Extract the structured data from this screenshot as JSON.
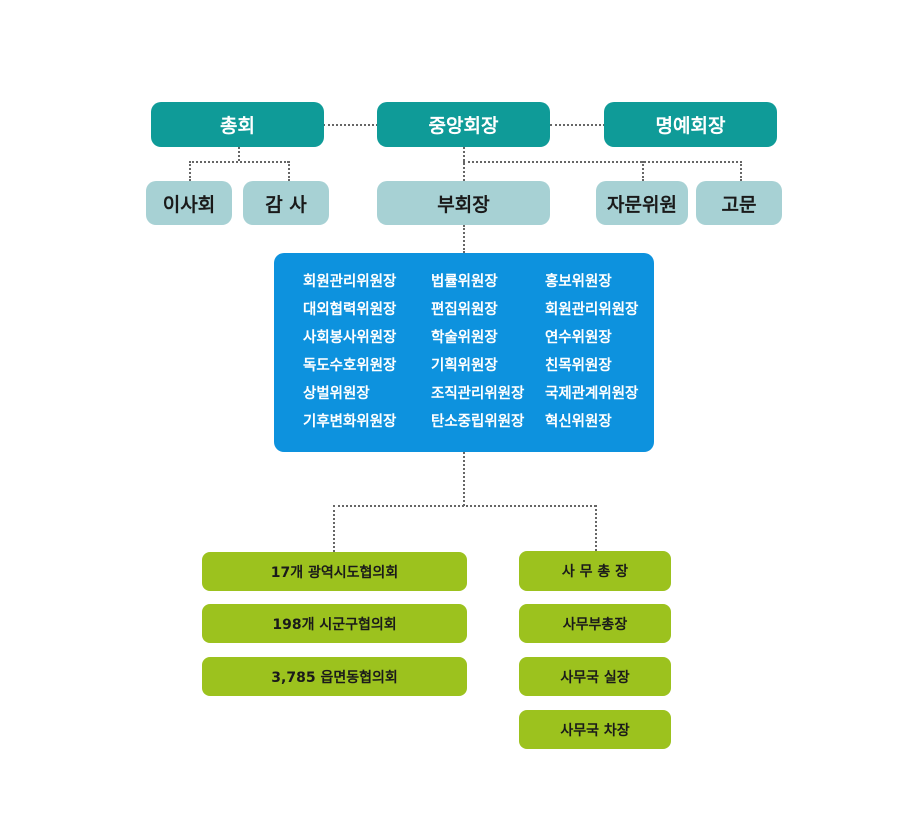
{
  "colors": {
    "teal": "#0f9b98",
    "light": "#a7d1d4",
    "blue": "#0d92de",
    "green": "#9cc21e"
  },
  "top": {
    "general_assembly": "총회",
    "president": "중앙회장",
    "honorary_president": "명예회장"
  },
  "second": {
    "board": "이사회",
    "audit": "감 사",
    "vice_president": "부회장",
    "advisory_member": "자문위원",
    "advisor": "고문"
  },
  "committees": {
    "col1": [
      "회원관리위원장",
      "대외협력위원장",
      "사회봉사위원장",
      "독도수호위원장",
      "상벌위원장",
      "기후변화위원장"
    ],
    "col2": [
      "법률위원장",
      "편집위원장",
      "학술위원장",
      "기획위원장",
      "조직관리위원장",
      "탄소중립위원장"
    ],
    "col3": [
      "홍보위원장",
      "회원관리위원장",
      "연수위원장",
      "친목위원장",
      "국제관계위원장",
      "혁신위원장"
    ]
  },
  "councils": [
    "17개 광역시도협의회",
    "198개 시군구협의회",
    "3,785 읍면동협의회"
  ],
  "secretariat": [
    "사 무 총 장",
    "사무부총장",
    "사무국 실장",
    "사무국 차장"
  ]
}
